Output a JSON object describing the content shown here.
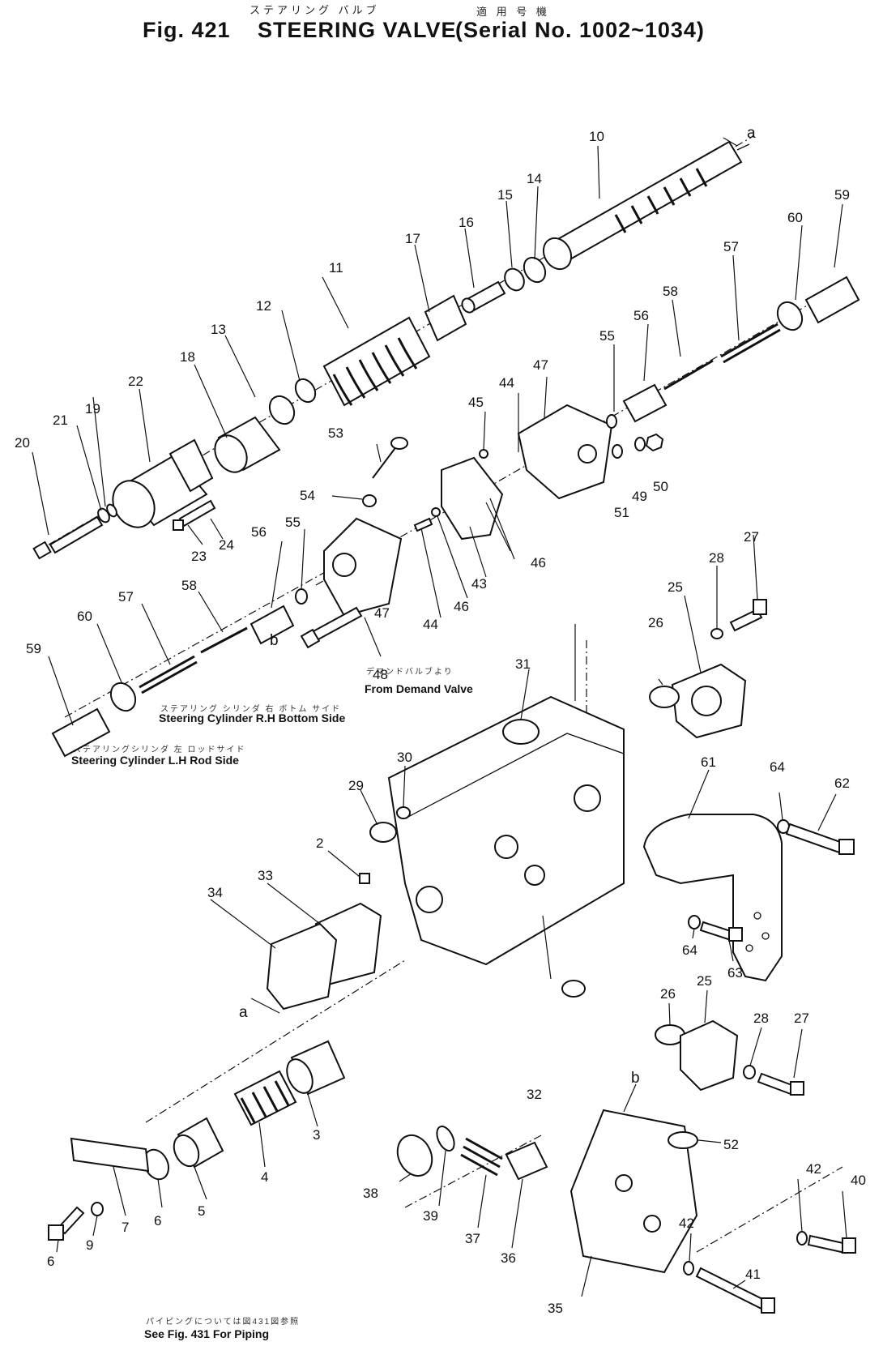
{
  "header": {
    "title_jp": "ステアリング バルブ",
    "serial_jp": "適 用 号 機",
    "fig": "Fig. 421",
    "title": "STEERING VALVE",
    "serial": "(Serial No. 1002~1034)"
  },
  "notes": {
    "from_demand_jp": "デマンドバルブより",
    "from_demand": "From Demand Valve",
    "rh_bottom_jp": "ステアリング シリンダ 右 ボトム サイド",
    "rh_bottom": "Steering Cylinder R.H Bottom Side",
    "lh_rod_jp": "ステアリングシリンダ 左 ロッドサイド",
    "lh_rod": "Steering Cylinder L.H Rod Side",
    "piping_jp": "パイピングについては図431図参照",
    "piping": "See Fig. 431 For Piping"
  },
  "callouts": {
    "p2": "2",
    "p3": "3",
    "p4": "4",
    "p5": "5",
    "p6a": "6",
    "p6b": "6",
    "p7": "7",
    "p9": "9",
    "p10": "10",
    "p11": "11",
    "p12": "12",
    "p13": "13",
    "p14": "14",
    "p15": "15",
    "p16": "16",
    "p17": "17",
    "p18": "18",
    "p19": "19",
    "p20": "20",
    "p21": "21",
    "p22": "22",
    "p23": "23",
    "p24": "24",
    "p25a": "25",
    "p25b": "25",
    "p26a": "26",
    "p26b": "26",
    "p27a": "27",
    "p27b": "27",
    "p28a": "28",
    "p28b": "28",
    "p29": "29",
    "p30": "30",
    "p31": "31",
    "p32": "32",
    "p33": "33",
    "p34": "34",
    "p35": "35",
    "p36": "36",
    "p37": "37",
    "p38": "38",
    "p39": "39",
    "p40": "40",
    "p41": "41",
    "p42a": "42",
    "p42b": "42",
    "p43": "43",
    "p44a": "44",
    "p44b": "44",
    "p45": "45",
    "p46a": "46",
    "p46b": "46",
    "p47a": "47",
    "p47b": "47",
    "p48": "48",
    "p49": "49",
    "p50": "50",
    "p51": "51",
    "p52": "52",
    "p53": "53",
    "p54": "54",
    "p55a": "55",
    "p55b": "55",
    "p56a": "56",
    "p56b": "56",
    "p57a": "57",
    "p57b": "57",
    "p58a": "58",
    "p58b": "58",
    "p59a": "59",
    "p59b": "59",
    "p60a": "60",
    "p60b": "60",
    "p61": "61",
    "p62": "62",
    "p63": "63",
    "p64a": "64",
    "p64b": "64",
    "la1": "a",
    "la2": "a",
    "lb1": "b",
    "lb2": "b"
  }
}
